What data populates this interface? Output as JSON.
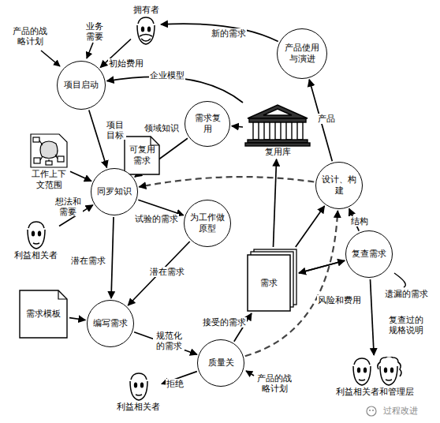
{
  "diagram": {
    "nodes": [
      {
        "text": [
          "拥有者"
        ]
      },
      {
        "text": [
          "产品使用与演进"
        ]
      },
      {
        "text": [
          "项目启动"
        ]
      },
      {
        "text": [
          "需求复用"
        ]
      },
      {
        "text": [
          "复用库"
        ]
      },
      {
        "text": [
          "可复用需求"
        ]
      },
      {
        "text": [
          "工作上下文范围"
        ]
      },
      {
        "text": [
          "同罗知识"
        ]
      },
      {
        "text": [
          "为工作做原型"
        ]
      },
      {
        "text": [
          "设计、构建"
        ]
      },
      {
        "text": [
          "利益相关者"
        ]
      },
      {
        "text": [
          "需求"
        ]
      },
      {
        "text": [
          "复查需求"
        ]
      },
      {
        "text": [
          "需求模板"
        ]
      },
      {
        "text": [
          "编写需求"
        ]
      },
      {
        "text": [
          "质量关"
        ]
      },
      {
        "text": [
          "利益相关者"
        ]
      },
      {
        "text": [
          "利益相关者和管理层"
        ]
      }
    ],
    "edges": [
      {
        "from": 1,
        "to": 0,
        "label": "新的需求",
        "arrow": "to"
      },
      {
        "from": 0,
        "to": 2,
        "label": "初始费用",
        "arrow": "to"
      },
      {
        "from": 2,
        "to": 7,
        "label": "项目目标",
        "arrow": "to"
      },
      {
        "from": 4,
        "to": 2,
        "label": "企业模型",
        "arrow": "to"
      },
      {
        "from": 4,
        "to": 3,
        "arrow": "to"
      },
      {
        "from": 3,
        "to": 7,
        "label": "领域知识",
        "arrow": "to"
      },
      {
        "from": 6,
        "to": 7,
        "arrow": "to"
      },
      {
        "from": 10,
        "to": 7,
        "label": "想法和需要",
        "arrow": "to"
      },
      {
        "from": 7,
        "to": 8,
        "label": "试验的需求",
        "arrow": "to"
      },
      {
        "from": 8,
        "to": 14,
        "label": "潜在需求",
        "arrow": "to"
      },
      {
        "from": 7,
        "to": 14,
        "label": "潜在需求",
        "arrow": "to"
      },
      {
        "from": 13,
        "to": 14,
        "arrow": "to"
      },
      {
        "from": 14,
        "to": 15,
        "label": "规范化的需求",
        "arrow": "to"
      },
      {
        "from": 15,
        "to": 16,
        "label": "拒绝",
        "arrow": "to"
      },
      {
        "from": 15,
        "to": 11,
        "label": "接受的需求",
        "arrow": "to"
      },
      {
        "from": 15,
        "to": 9,
        "arrow": "to"
      },
      {
        "from": 9,
        "to": 7,
        "arrow": "to"
      },
      {
        "from": 11,
        "to": 9,
        "arrow": "to"
      },
      {
        "from": 11,
        "to": 12,
        "arrow": "to"
      },
      {
        "from": 11,
        "to": 4,
        "arrow": "to"
      },
      {
        "from": 12,
        "to": 9,
        "label": "结构",
        "arrow": "to"
      },
      {
        "from": 12,
        "to": 11,
        "label": "风险和费用",
        "arrow": "to"
      },
      {
        "from": 12,
        "to": 17,
        "label": "复查过的规格说明",
        "arrow": "to"
      },
      {
        "from": 9,
        "to": 1,
        "label": "产品",
        "arrow": "to"
      }
    ],
    "labels": [
      "产品的战略计划",
      "业务需要",
      "产品的战略计划",
      "遗漏的需求",
      "过程改进"
    ]
  }
}
